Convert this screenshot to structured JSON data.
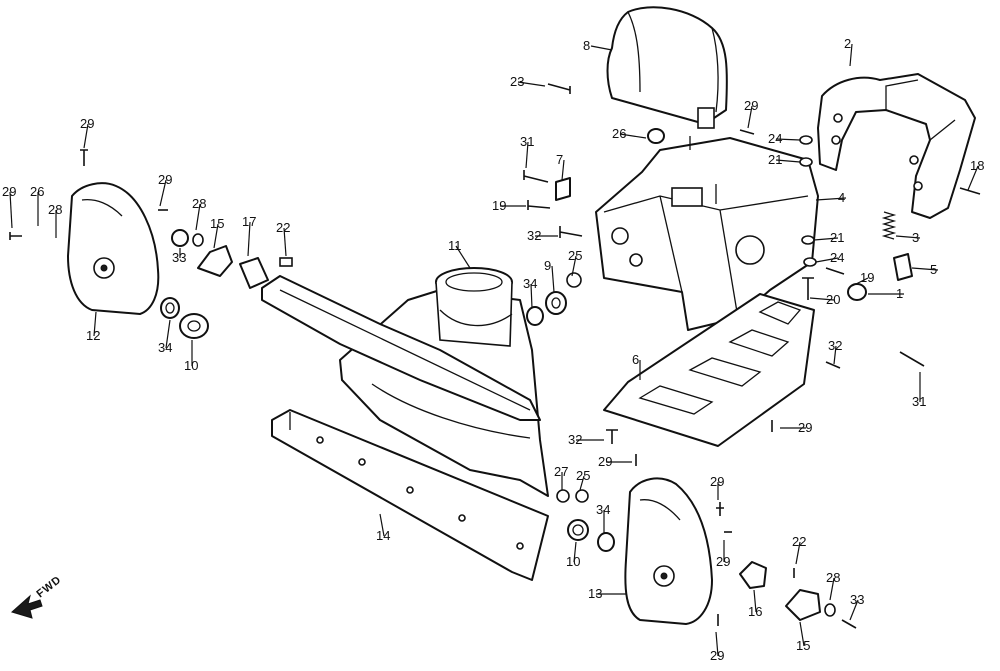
{
  "diagram": {
    "direction_label": "FWD",
    "callouts": [
      {
        "id": "c1",
        "text": "1"
      },
      {
        "id": "c2",
        "text": "2"
      },
      {
        "id": "c3",
        "text": "3"
      },
      {
        "id": "c4",
        "text": "4"
      },
      {
        "id": "c5",
        "text": "5"
      },
      {
        "id": "c6",
        "text": "6"
      },
      {
        "id": "c7",
        "text": "7"
      },
      {
        "id": "c8",
        "text": "8"
      },
      {
        "id": "c9",
        "text": "9"
      },
      {
        "id": "c10a",
        "text": "10"
      },
      {
        "id": "c10b",
        "text": "10"
      },
      {
        "id": "c11",
        "text": "11"
      },
      {
        "id": "c12",
        "text": "12"
      },
      {
        "id": "c13",
        "text": "13"
      },
      {
        "id": "c14",
        "text": "14"
      },
      {
        "id": "c15a",
        "text": "15"
      },
      {
        "id": "c15b",
        "text": "15"
      },
      {
        "id": "c16",
        "text": "16"
      },
      {
        "id": "c17",
        "text": "17"
      },
      {
        "id": "c18",
        "text": "18"
      },
      {
        "id": "c19a",
        "text": "19"
      },
      {
        "id": "c19b",
        "text": "19"
      },
      {
        "id": "c20",
        "text": "20"
      },
      {
        "id": "c21a",
        "text": "21"
      },
      {
        "id": "c21b",
        "text": "21"
      },
      {
        "id": "c22a",
        "text": "22"
      },
      {
        "id": "c22b",
        "text": "22"
      },
      {
        "id": "c23",
        "text": "23"
      },
      {
        "id": "c24a",
        "text": "24"
      },
      {
        "id": "c24b",
        "text": "24"
      },
      {
        "id": "c25a",
        "text": "25"
      },
      {
        "id": "c25b",
        "text": "25"
      },
      {
        "id": "c26a",
        "text": "26"
      },
      {
        "id": "c26b",
        "text": "26"
      },
      {
        "id": "c27",
        "text": "27"
      },
      {
        "id": "c28a",
        "text": "28"
      },
      {
        "id": "c28b",
        "text": "28"
      },
      {
        "id": "c28c",
        "text": "28"
      },
      {
        "id": "c29a",
        "text": "29"
      },
      {
        "id": "c29b",
        "text": "29"
      },
      {
        "id": "c29c",
        "text": "29"
      },
      {
        "id": "c29d",
        "text": "29"
      },
      {
        "id": "c29e",
        "text": "29"
      },
      {
        "id": "c29f",
        "text": "29"
      },
      {
        "id": "c29g",
        "text": "29"
      },
      {
        "id": "c29h",
        "text": "29"
      },
      {
        "id": "c29i",
        "text": "29"
      },
      {
        "id": "c31a",
        "text": "31"
      },
      {
        "id": "c31b",
        "text": "31"
      },
      {
        "id": "c32a",
        "text": "32"
      },
      {
        "id": "c32b",
        "text": "32"
      },
      {
        "id": "c32c",
        "text": "32"
      },
      {
        "id": "c33a",
        "text": "33"
      },
      {
        "id": "c33b",
        "text": "33"
      },
      {
        "id": "c34a",
        "text": "34"
      },
      {
        "id": "c34b",
        "text": "34"
      },
      {
        "id": "c34c",
        "text": "34"
      }
    ]
  }
}
